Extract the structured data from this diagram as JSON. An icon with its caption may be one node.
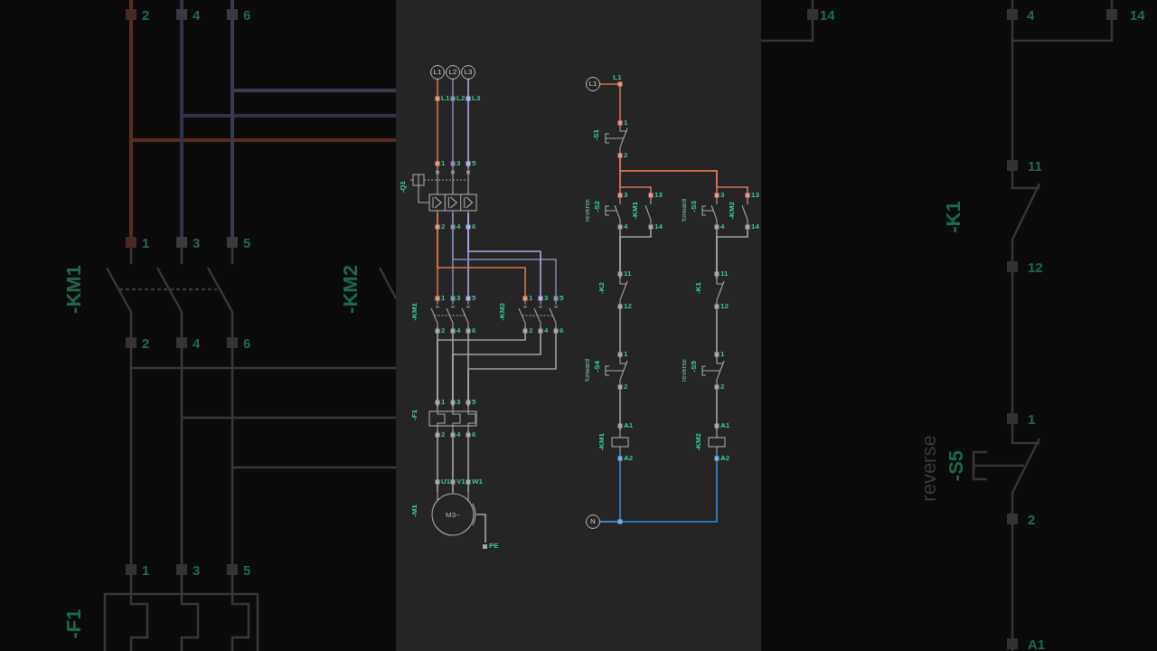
{
  "diagram": {
    "nodes": [
      {
        "text": [
          "L1"
        ]
      },
      {
        "text": [
          "L2"
        ]
      },
      {
        "text": [
          "L3"
        ]
      },
      {
        "text": [
          "-Q1"
        ]
      },
      {
        "text": [
          "-KM1"
        ]
      },
      {
        "text": [
          "-KM2"
        ]
      },
      {
        "text": [
          "-F1"
        ]
      },
      {
        "text": [
          "-M1",
          "M3~"
        ]
      },
      {
        "text": [
          "PE"
        ]
      },
      {
        "text": [
          "L1"
        ]
      },
      {
        "text": [
          "-S1"
        ]
      },
      {
        "text": [
          "reverse",
          "-S2"
        ]
      },
      {
        "text": [
          "-KM1"
        ]
      },
      {
        "text": [
          "forward",
          "-S3"
        ]
      },
      {
        "text": [
          "-KM2"
        ]
      },
      {
        "text": [
          "-K2"
        ]
      },
      {
        "text": [
          "-K1"
        ]
      },
      {
        "text": [
          "forward",
          "-S4"
        ]
      },
      {
        "text": [
          "reverse",
          "-S5"
        ]
      },
      {
        "text": [
          "-KM1"
        ]
      },
      {
        "text": [
          "-KM2"
        ]
      },
      {
        "text": [
          "N"
        ]
      }
    ],
    "edges": [
      {
        "from": 0,
        "to": 3,
        "arrow": "none",
        "color": "#d9734f"
      },
      {
        "from": 1,
        "to": 3,
        "arrow": "none",
        "color": "#7f86b0"
      },
      {
        "from": 2,
        "to": 3,
        "arrow": "none",
        "color": "#aaa6e6"
      },
      {
        "from": 3,
        "to": 4,
        "arrow": "none",
        "color": "#d9734f"
      },
      {
        "from": 3,
        "to": 4,
        "arrow": "none",
        "color": "#7f86b0"
      },
      {
        "from": 3,
        "to": 4,
        "arrow": "none",
        "color": "#aaa6e6"
      },
      {
        "from": 3,
        "to": 5,
        "arrow": "none",
        "color": "#d9734f"
      },
      {
        "from": 3,
        "to": 5,
        "arrow": "none",
        "color": "#7f86b0"
      },
      {
        "from": 3,
        "to": 5,
        "arrow": "none",
        "color": "#aaa6e6"
      },
      {
        "from": 4,
        "to": 6,
        "arrow": "none"
      },
      {
        "from": 4,
        "to": 6,
        "arrow": "none"
      },
      {
        "from": 4,
        "to": 6,
        "arrow": "none"
      },
      {
        "from": 5,
        "to": 6,
        "arrow": "none"
      },
      {
        "from": 5,
        "to": 6,
        "arrow": "none"
      },
      {
        "from": 5,
        "to": 6,
        "arrow": "none"
      },
      {
        "from": 6,
        "to": 7,
        "arrow": "none"
      },
      {
        "from": 6,
        "to": 7,
        "arrow": "none"
      },
      {
        "from": 6,
        "to": 7,
        "arrow": "none"
      },
      {
        "from": 7,
        "to": 8,
        "arrow": "none"
      },
      {
        "from": 9,
        "to": 10,
        "arrow": "none",
        "color": "#d9734f"
      },
      {
        "from": 10,
        "to": 11,
        "arrow": "none",
        "color": "#d9734f"
      },
      {
        "from": 10,
        "to": 12,
        "arrow": "none",
        "color": "#d9734f"
      },
      {
        "from": 10,
        "to": 13,
        "arrow": "none",
        "color": "#d9734f"
      },
      {
        "from": 10,
        "to": 14,
        "arrow": "none",
        "color": "#d9734f"
      },
      {
        "from": 11,
        "to": 15,
        "arrow": "none"
      },
      {
        "from": 12,
        "to": 15,
        "arrow": "none"
      },
      {
        "from": 13,
        "to": 16,
        "arrow": "none"
      },
      {
        "from": 14,
        "to": 16,
        "arrow": "none"
      },
      {
        "from": 15,
        "to": 17,
        "arrow": "none"
      },
      {
        "from": 16,
        "to": 18,
        "arrow": "none"
      },
      {
        "from": 17,
        "to": 19,
        "arrow": "none"
      },
      {
        "from": 18,
        "to": 20,
        "arrow": "none"
      },
      {
        "from": 19,
        "to": 21,
        "arrow": "none",
        "color": "#2f8fdb"
      },
      {
        "from": 20,
        "to": 21,
        "arrow": "none",
        "color": "#2f8fdb"
      }
    ],
    "labels": [
      "2",
      "4",
      "6",
      "1",
      "3",
      "5",
      "-KM1",
      "-KM2",
      "2",
      "4",
      "6",
      "1",
      "3",
      "5",
      "-F1",
      "L1",
      "L2",
      "L3",
      "1",
      "3",
      "5",
      "2",
      "4",
      "6",
      "1",
      "3",
      "5",
      "1",
      "3",
      "5",
      "2",
      "4",
      "6",
      "2",
      "4",
      "6",
      "1",
      "3",
      "5",
      "2",
      "4",
      "6",
      "U1",
      "V1",
      "W1",
      "L1",
      "1",
      "2",
      "3",
      "13",
      "3",
      "13",
      "4",
      "14",
      "4",
      "14",
      "11",
      "11",
      "12",
      "12",
      "1",
      "1",
      "2",
      "2",
      "A1",
      "A1",
      "A2",
      "A2",
      "14",
      "4",
      "14",
      "11",
      "-K1",
      "12",
      "1",
      "reverse",
      "-S5",
      "2",
      "A1"
    ]
  }
}
